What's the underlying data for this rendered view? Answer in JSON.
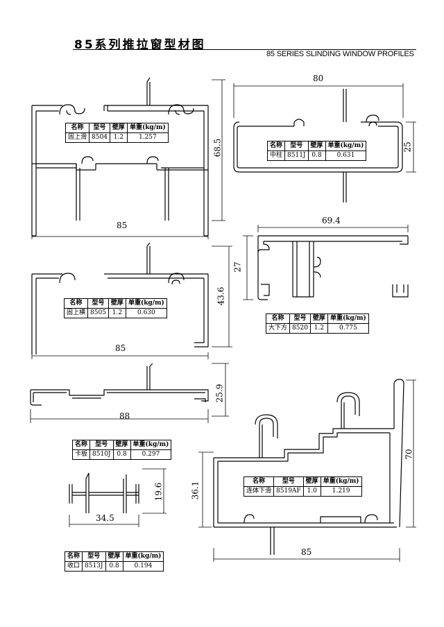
{
  "header": {
    "title_cn": "85系列推拉窗型材图",
    "title_en": "85 SERIES SLINDING WINDOW PROFILES"
  },
  "spec_columns": [
    "名称",
    "型号",
    "壁厚",
    "单重(kg/m)"
  ],
  "profiles": [
    {
      "name": "固上滑",
      "model": "8504",
      "thickness": "1.2",
      "weight": "1.257",
      "dims": [
        "85",
        "68.5"
      ]
    },
    {
      "name": "中柱",
      "model": "8511J",
      "thickness": "0.8",
      "weight": "0.631",
      "dims": [
        "80",
        "25"
      ]
    },
    {
      "name": "固上横",
      "model": "8505",
      "thickness": "1.2",
      "weight": "0.630",
      "dims": [
        "85",
        "43.6"
      ]
    },
    {
      "name": "大下方",
      "model": "8520",
      "thickness": "1.2",
      "weight": "0.775",
      "dims": [
        "69.4",
        "27"
      ]
    },
    {
      "name": "卡板",
      "model": "8510J",
      "thickness": "0.8",
      "weight": "0.297",
      "dims": [
        "88",
        "25.9"
      ]
    },
    {
      "name": "连体下滑",
      "model": "8519AF",
      "thickness": "1.0",
      "weight": "1.219",
      "dims": [
        "85",
        "70",
        "36.1"
      ]
    },
    {
      "name": "收口",
      "model": "8513J",
      "thickness": "0.8",
      "weight": "0.194",
      "dims": [
        "34.5",
        "19.6"
      ]
    }
  ]
}
